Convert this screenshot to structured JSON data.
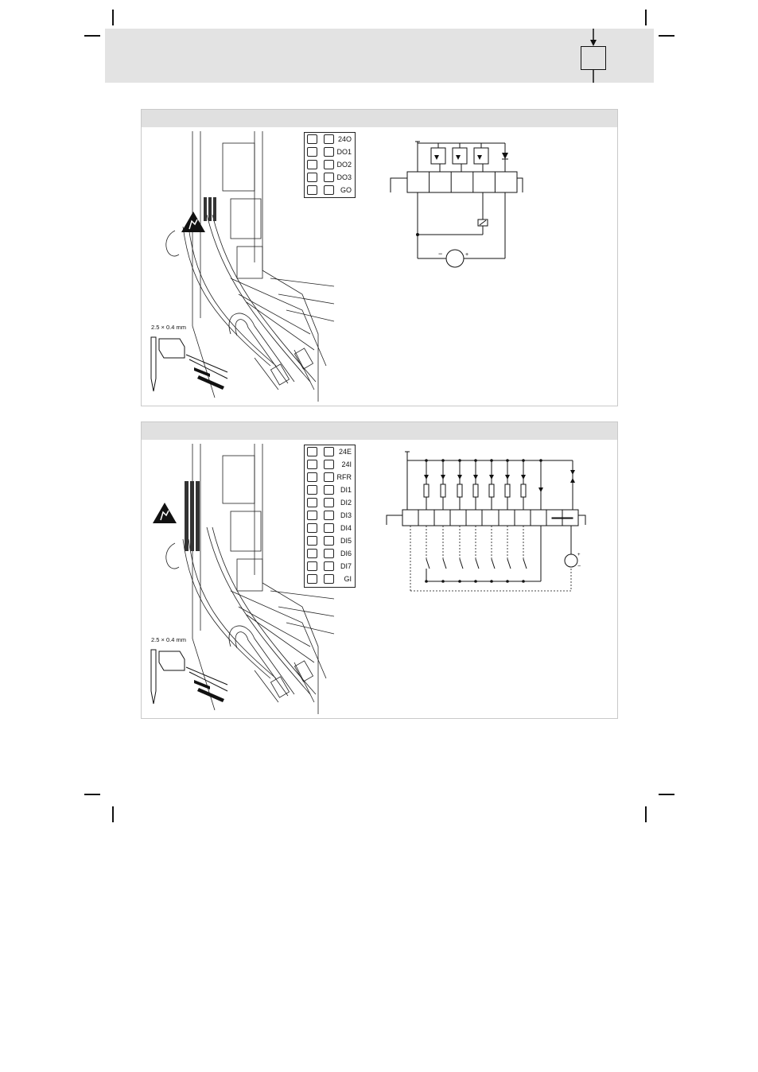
{
  "page": {
    "header": {
      "marker": "down-arrow-into-box"
    },
    "panels": [
      {
        "id": "outputs",
        "terminals": [
          {
            "label": "24O"
          },
          {
            "label": "DO1"
          },
          {
            "label": "DO2"
          },
          {
            "label": "DO3"
          },
          {
            "label": "GO"
          }
        ],
        "tool_label": "2.5 × 0.4 mm",
        "icons": [
          "esd-warning-icon",
          "screwdriver-icon"
        ]
      },
      {
        "id": "inputs",
        "terminals": [
          {
            "label": "24E"
          },
          {
            "label": "24I"
          },
          {
            "label": "RFR"
          },
          {
            "label": "DI1"
          },
          {
            "label": "DI2"
          },
          {
            "label": "DI3"
          },
          {
            "label": "DI4"
          },
          {
            "label": "DI5"
          },
          {
            "label": "DI6"
          },
          {
            "label": "DI7"
          },
          {
            "label": "GI"
          }
        ],
        "tool_label": "2.5 × 0.4 mm",
        "icons": [
          "esd-warning-icon",
          "screwdriver-icon"
        ]
      }
    ],
    "colors": {
      "band": "#e3e3e3",
      "panel_bar": "#e0e0e0",
      "line": "#111111"
    }
  }
}
